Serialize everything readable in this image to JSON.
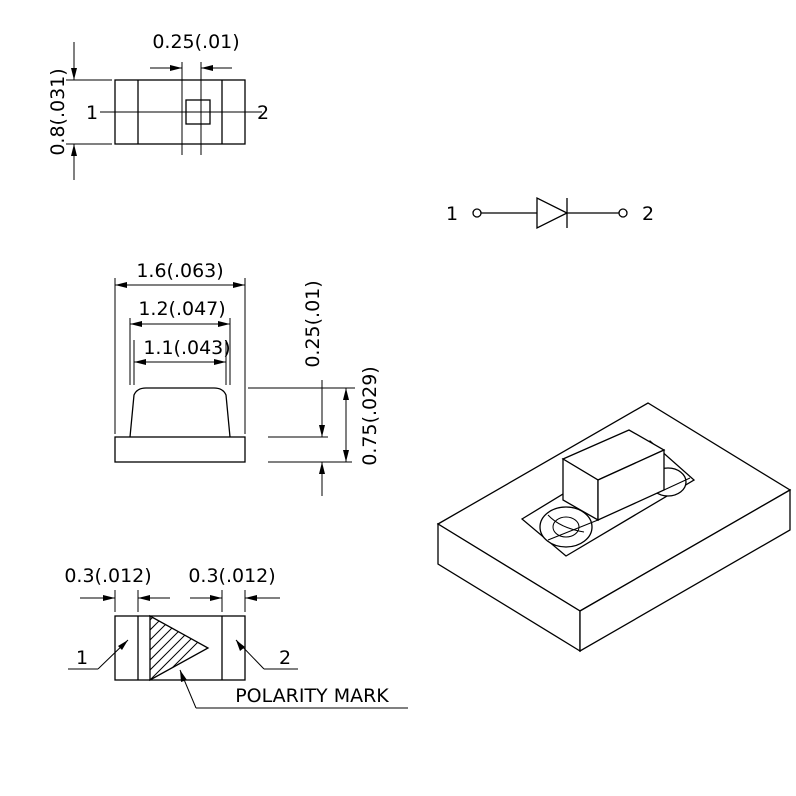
{
  "top_view": {
    "dim_width": "0.25(.01)",
    "dim_height": "0.8(.031)",
    "pin_left": "1",
    "pin_right": "2"
  },
  "symbol": {
    "pin_left": "1",
    "pin_right": "2"
  },
  "side_view": {
    "dim_total": "1.6(.063)",
    "dim_body": "1.2(.047)",
    "dim_lens": "1.1(.043)",
    "dim_pad_height": "0.25(.01)",
    "dim_body_height": "0.75(.029)"
  },
  "bottom_view": {
    "dim_left_pad": "0.3(.012)",
    "dim_right_pad": "0.3(.012)",
    "pin_left": "1",
    "pin_right": "2",
    "polarity_label": "POLARITY MARK"
  }
}
